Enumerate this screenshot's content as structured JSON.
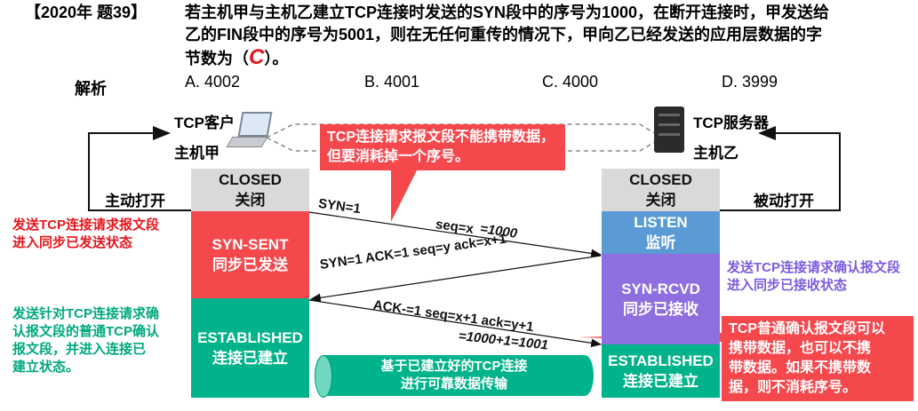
{
  "question": {
    "tag": "【2020年 题39】",
    "line1": "若主机甲与主机乙建立TCP连接时发送的SYN段中的序号为1000，在断开连接时，甲发送给",
    "line2": "乙的FIN段中的序号为5001，则在无任何重传的情况下，甲向乙已经发送的应用层数据的字",
    "line3_pre": "节数为（",
    "answer": "C",
    "line3_post": "）。"
  },
  "analysis_label": "解析",
  "options": [
    "A. 4002",
    "B. 4001",
    "C. 4000",
    "D. 3999"
  ],
  "client": {
    "title": "TCP客户",
    "host": "主机甲",
    "action": "主动打开",
    "states": [
      {
        "en": "CLOSED",
        "zh": "关闭"
      },
      {
        "en": "SYN-SENT",
        "zh": "同步已发送"
      },
      {
        "en": "ESTABLISHED",
        "zh": "连接已建立"
      }
    ]
  },
  "server": {
    "title": "TCP服务器",
    "host": "主机乙",
    "action": "被动打开",
    "states": [
      {
        "en": "CLOSED",
        "zh": "关闭"
      },
      {
        "en": "LISTEN",
        "zh": "监听"
      },
      {
        "en": "SYN-RCVD",
        "zh": "同步已接收"
      },
      {
        "en": "ESTABLISHED",
        "zh": "连接已建立"
      }
    ]
  },
  "messages": {
    "m1a": "SYN=1",
    "m1b": "seq=x",
    "m1c": "=1000",
    "m2": "SYN=1  ACK=1   seq=y   ack=x+1",
    "m3": "ACK-=1  seq=x+1   ack=y+1",
    "m3c": "=1000+1=1001"
  },
  "notes": {
    "left1": "发送TCP连接请求报文段\n进入同步已发送状态",
    "left2": "发送针对TCP连接请求确\n认报文段的普通TCP确认\n报文段，并进入连接已\n建立状态。",
    "right1": "发送TCP连接请求确认报文段\n进入同步已接收状态"
  },
  "callouts": {
    "top": "TCP连接请求报文段不能携带数据，\n但要消耗掉一个序号。",
    "right": "TCP普通确认报文段可以\n携带数据，也可以不携\n带数据。如果不携带数\n据，则不消耗序号。"
  },
  "pipe": "基于已建立好的TCP连接\n进行可靠数据传输",
  "colors": {
    "closed": "#d9d9d9",
    "synsent": "#f5484d",
    "established": "#00b38a",
    "listen": "#5b9bd5",
    "synrcvd": "#8f6ee0",
    "red_text": "#e8141b",
    "purple_text": "#7b5ce0",
    "green_text": "#00a87e"
  }
}
